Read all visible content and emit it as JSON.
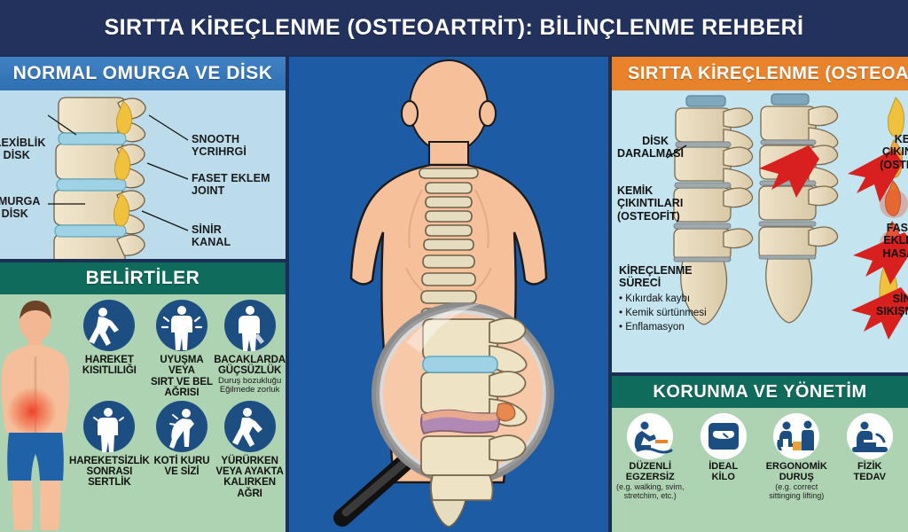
{
  "header": {
    "title": "SIRTTA KİREÇLENME (OSTEOARTRİT): BİLİNÇLENME REHBERİ"
  },
  "colors": {
    "title_bar": "#22325c",
    "normal_header": "#3f82c4",
    "symptoms_header": "#0f6b5b",
    "oa_header": "#e8822b",
    "management_header": "#0f6b5b",
    "center_bg": "#1d5ba5",
    "icon_blue": "#1d4e82",
    "arrow_red": "#d8211e",
    "pain_glow": "#e8432c"
  },
  "normal_spine": {
    "header": "NORMAL OMURGA VE DİSK",
    "labels": [
      {
        "text_line1": "FLEXİBLİK",
        "text_line2": "DİSK"
      },
      {
        "text_line1": "SNOOTH",
        "text_line2": "YCRIHRGİ"
      },
      {
        "text_line1": "FASET EKLEM",
        "text_line2": "JOINT"
      },
      {
        "text_line1": "OMURGA",
        "text_line2": "DİSK"
      },
      {
        "text_line1": "SİNİR",
        "text_line2": "KANAL"
      }
    ]
  },
  "symptoms": {
    "header": "BELİRTİLER",
    "items": [
      {
        "icon": "walking-person-icon",
        "line1": "HAREKET",
        "line2": "KISITLILIĞI",
        "sub": ""
      },
      {
        "icon": "back-pain-person-icon",
        "line1": "UYUŞMA VEYA",
        "line2": "SIRT VE BEL AĞRISI",
        "sub": ""
      },
      {
        "icon": "leg-weakness-person-icon",
        "line1": "BACAKLARDA",
        "line2": "GÜÇSÜZLÜK",
        "sub": "Duruş bozukluğu Eğilmede zorluk"
      },
      {
        "icon": "stiff-person-icon",
        "line1": "HAREKETSİZLİK",
        "line2": "SONRASI SERTLİK",
        "sub": ""
      },
      {
        "icon": "bent-walking-person-icon",
        "line1": "KOTİ KURU",
        "line2": "VE SİZİ",
        "sub": ""
      },
      {
        "icon": "standing-walking-pain-icon",
        "line1": "YÜRÜRKEN",
        "line2": "VEYA AYAKTA KALIRKEN AĞRI",
        "sub": ""
      }
    ]
  },
  "center": {
    "illustration": "human-back-torso-with-spine-and-magnifier",
    "magnifier": "magnifying-glass-over-lumbar-spine"
  },
  "osteoarthritis": {
    "header": "SIRTTA KİREÇLENME (OSTEOARTRİT",
    "labels": [
      {
        "line1": "DİSK",
        "line2": "DARALMASI"
      },
      {
        "line1": "KEMİK",
        "line2": "ÇIKINTILARI",
        "line3": "(OSTEOFİT)"
      },
      {
        "line1": "KEMİ",
        "line2": "ÇIKINTI",
        "line3": "(OSTEO"
      },
      {
        "line1": "FASET",
        "line2": "EKLEM",
        "line3": "HASAR"
      },
      {
        "line1": "SİNİR",
        "line2": "SIKIŞMA"
      }
    ],
    "process_title_line1": "KİREÇLENME",
    "process_title_line2": "SÜRECİ",
    "process_bullets": [
      "Kıkırdak kaybı",
      "Kemik sürtünmesi",
      "Enflamasyon"
    ]
  },
  "management": {
    "header": "KORUNMA VE YÖNETİM",
    "items": [
      {
        "icon": "exercise-icon",
        "line1": "DÜZENLİ",
        "line2": "EGZERSİZ",
        "sub": "(e.g. walking, svim, stretchim, etc.)"
      },
      {
        "icon": "weight-scale-icon",
        "line1": "İDEAL",
        "line2": "KİLO",
        "sub": ""
      },
      {
        "icon": "ergonomic-posture-icon",
        "line1": "ERGONOMİK",
        "line2": "DURUŞ",
        "sub": "(e.g. correct sittinging lifting)"
      },
      {
        "icon": "physical-therapy-icon",
        "line1": "FİZİK",
        "line2": "TEDAV",
        "sub": ""
      }
    ]
  }
}
